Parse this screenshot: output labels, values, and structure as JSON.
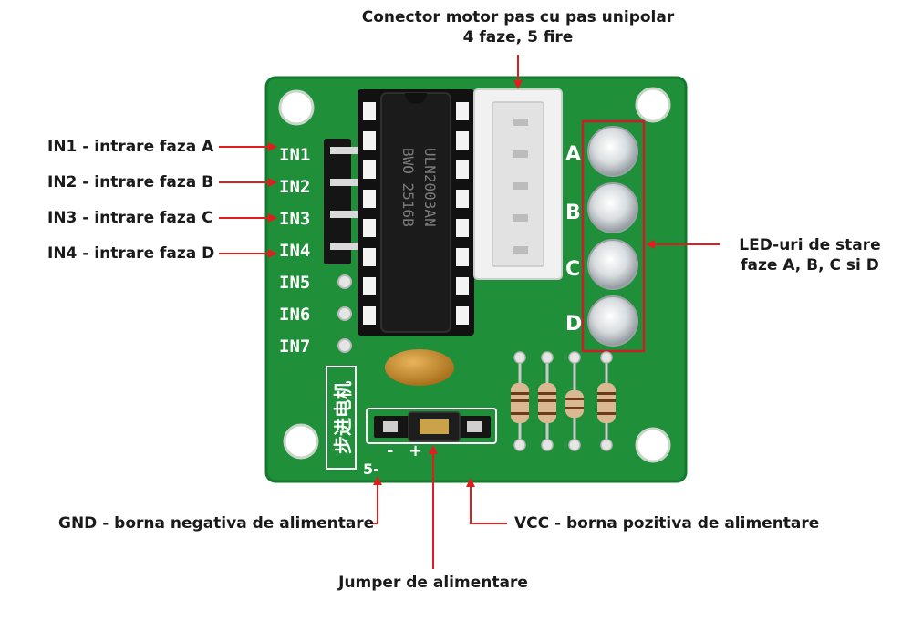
{
  "callouts": {
    "motor_connector": {
      "line1": "Conector motor pas cu pas unipolar",
      "line2": "4 faze, 5 fire"
    },
    "in1": "IN1 - intrare faza A",
    "in2": "IN2 - intrare faza B",
    "in3": "IN3 - intrare faza C",
    "in4": "IN4 - intrare faza D",
    "leds": {
      "line1": "LED-uri de stare",
      "line2": "faze A, B, C si D"
    },
    "gnd": "GND - borna negativa de alimentare",
    "vcc": "VCC - borna pozitiva de alimentare",
    "jumper": "Jumper de alimentare"
  },
  "board": {
    "input_labels": [
      "IN1",
      "IN2",
      "IN3",
      "IN4",
      "IN5",
      "IN6",
      "IN7"
    ],
    "phase_labels": [
      "A",
      "B",
      "C",
      "D"
    ],
    "chip_text": [
      "ULN2003AN",
      "BWO 2516B"
    ],
    "silk_text": "步进电机",
    "power_marks": {
      "five": "5-",
      "minus": "-",
      "plus": "+"
    }
  },
  "colors": {
    "pcb": "#1f8f3a",
    "pcb_dark": "#137a2c",
    "arrow": "#e01e1e",
    "led_box": "#c8202a",
    "chip": "#1b1b1b",
    "connector": "#f1f1f1"
  }
}
